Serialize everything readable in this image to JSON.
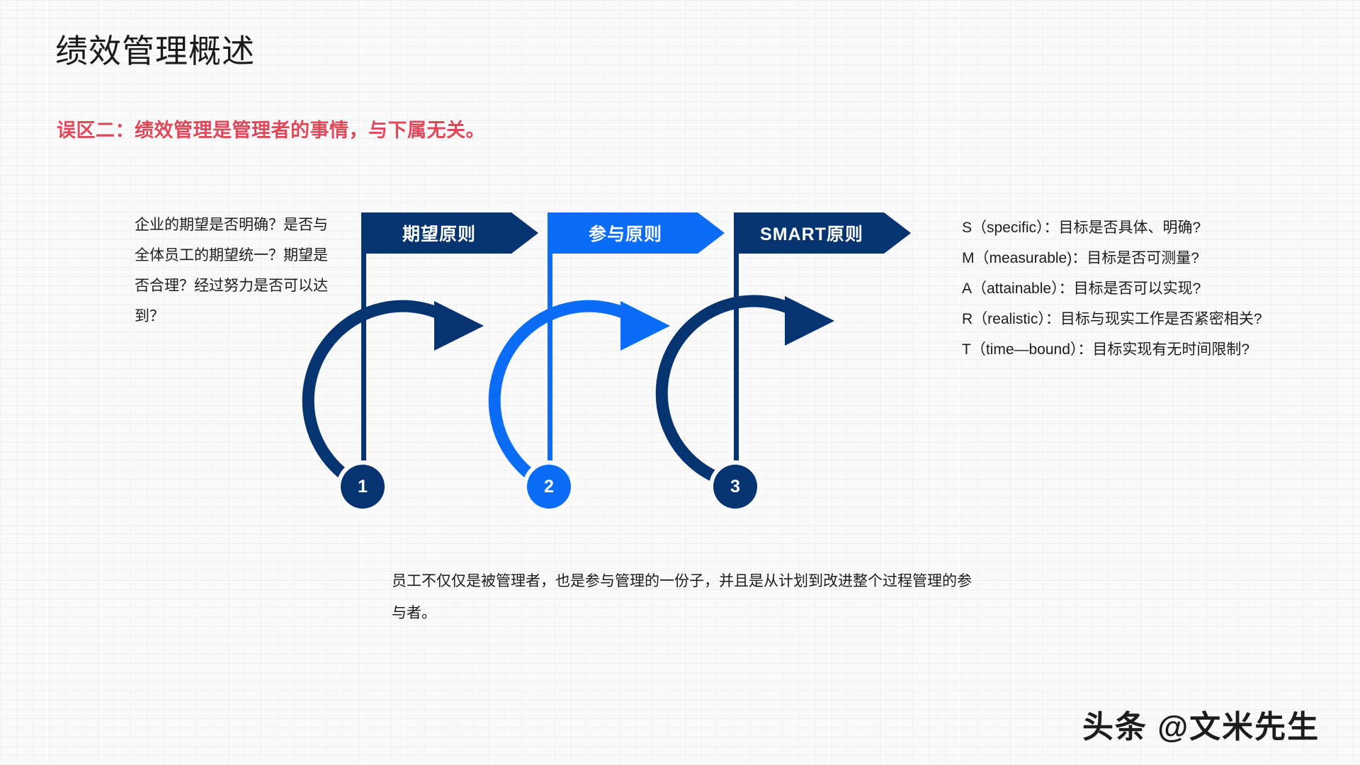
{
  "slide": {
    "title": "绩效管理概述",
    "subtitle": "误区二：绩效管理是管理者的事情，与下属无关。",
    "watermark": "头条 @文米先生",
    "left_note": "企业的期望是否明确？是否与全体员工的期望统一？期望是否合理？经过努力是否可以达到？",
    "bottom_note": "员工不仅仅是被管理者，也是参与管理的一份子，并且是从计划到改进整个过程管理的参与者。"
  },
  "colors": {
    "navy": "#053470",
    "blue": "#0b6cf5",
    "red": "#e0485a",
    "text": "#1c1c1c",
    "background": "#fafafa"
  },
  "steps": [
    {
      "number": "1",
      "label": "期望原则",
      "color": "#053470"
    },
    {
      "number": "2",
      "label": "参与原则",
      "color": "#0b6cf5"
    },
    {
      "number": "3",
      "label": "SMART原则",
      "color": "#053470"
    }
  ],
  "smart": {
    "items": [
      "S（specific）：目标是否具体、明确?",
      "M（measurable)：目标是否可测量?",
      "A（attainable）：目标是否可以实现?",
      "R（realistic）：目标与现实工作是否紧密相关?",
      "T（time—bound）：目标实现有无时间限制?"
    ]
  }
}
